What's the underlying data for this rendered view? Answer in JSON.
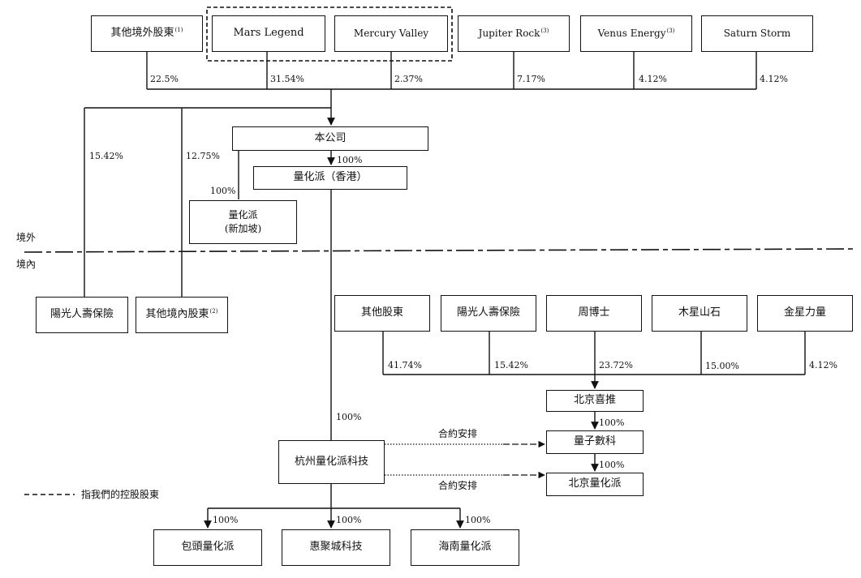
{
  "top_shareholders": [
    {
      "name": "其他境外股東",
      "note": "(1)"
    },
    {
      "name": "Mars Legend",
      "note": ""
    },
    {
      "name": "Mercury Valley",
      "note": ""
    },
    {
      "name": "Jupiter Rock",
      "note": "(3)"
    },
    {
      "name": "Venus Energy",
      "note": "(3)"
    },
    {
      "name": "Saturn Storm",
      "note": ""
    }
  ],
  "top_percentages": [
    "22.5%",
    "31.54%",
    "2.37%",
    "7.17%",
    "4.12%",
    "4.12%"
  ],
  "company": "本公司",
  "hk_sub": "量化派（香港）",
  "hk_pct": "100%",
  "sg_sub_line1": "量化派",
  "sg_sub_line2": "(新加坡)",
  "sg_pct": "100%",
  "left_domestic": [
    {
      "name": "陽光人壽保險",
      "note": "",
      "pct": "15.42%"
    },
    {
      "name": "其他境內股東",
      "note": "(2)",
      "pct": "12.75%"
    }
  ],
  "region_overseas": "境外",
  "region_domestic": "境內",
  "right_shareholders": [
    {
      "name": "其他股東",
      "pct": "41.74%"
    },
    {
      "name": "陽光人壽保險",
      "pct": "15.42%"
    },
    {
      "name": "周博士",
      "pct": "23.72%"
    },
    {
      "name": "木星山石",
      "pct": "15.00%"
    },
    {
      "name": "金星力量",
      "pct": "4.12%"
    }
  ],
  "beijing_xitui": "北京喜推",
  "liangzi": "量子數科",
  "beijing_lhp": "北京量化派",
  "xitui_to_liangzi_pct": "100%",
  "liangzi_to_lhp_pct": "100%",
  "hangzhou": "杭州量化派科技",
  "hangzhou_pct": "100%",
  "contract_1": "合約安排",
  "contract_2": "合約安排",
  "subsidiaries": [
    {
      "name": "包頭量化派",
      "pct": "100%"
    },
    {
      "name": "惠聚城科技",
      "pct": "100%"
    },
    {
      "name": "海南量化派",
      "pct": "100%"
    }
  ],
  "legend_text": "指我們的控股股東",
  "colors": {
    "line": "#111111",
    "background": "#ffffff"
  }
}
